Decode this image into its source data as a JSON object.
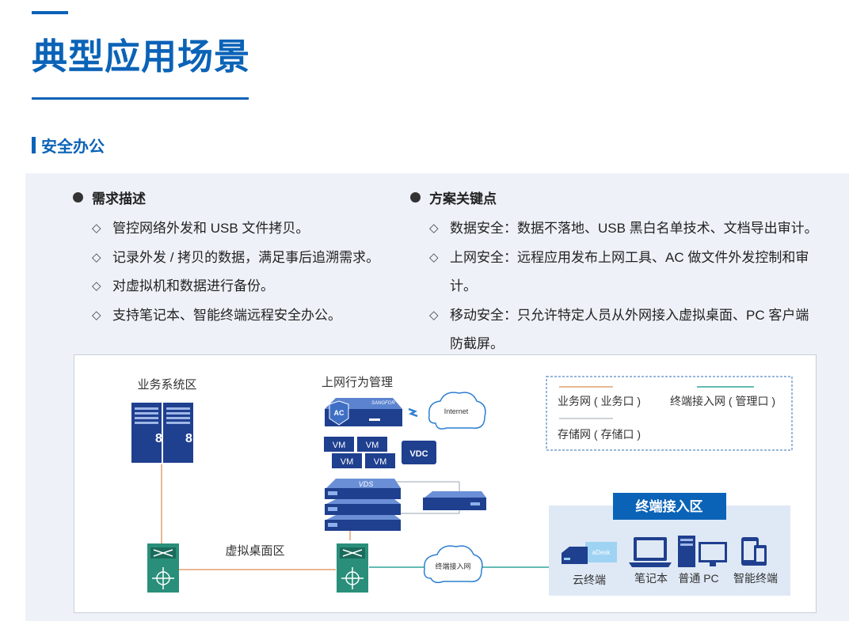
{
  "page": {
    "title": "典型应用场景"
  },
  "section": {
    "title": "安全办公"
  },
  "needs": {
    "heading": "需求描述",
    "items": [
      "管控网络外发和 USB 文件拷贝。",
      "记录外发 / 拷贝的数据，满足事后追溯需求。",
      "对虚拟机和数据进行备份。",
      "支持笔记本、智能终端远程安全办公。"
    ]
  },
  "keypoints": {
    "heading": "方案关键点",
    "items": [
      "数据安全：数据不落地、USB 黑白名单技术、文档导出审计。",
      "上网安全：远程应用发布上网工具、AC 做文件外发控制和审计。",
      "移动安全：只允许特定人员从外网接入虚拟桌面、PC 客户端防截屏。"
    ]
  },
  "diagram": {
    "business_zone": "业务系统区",
    "internet_mgmt": "上网行为管理",
    "internet_cloud": "Internet",
    "ac_badge": "AC",
    "brand": "SANGFOR",
    "vm_labels": [
      "VM",
      "VM",
      "VM",
      "VM"
    ],
    "vdc": "VDC",
    "vds": "VDS",
    "desktop_zone": "虚拟桌面区",
    "terminal_net_cloud": "终端接入网",
    "terminal_zone_title": "终端接入区",
    "adesk": "aDesk",
    "devices": [
      "云终端",
      "笔记本",
      "普通 PC",
      "智能终端"
    ],
    "legend": {
      "business": "业务网 ( 业务口 )",
      "terminal": "终端接入网 ( 管理口 )",
      "storage": "存储网 ( 存储口 )"
    },
    "colors": {
      "business": "#e0a070",
      "terminal": "#2ea69a",
      "storage": "#9aa4b2",
      "brand_blue": "#0b63b7",
      "navy": "#1f3f8f"
    }
  }
}
